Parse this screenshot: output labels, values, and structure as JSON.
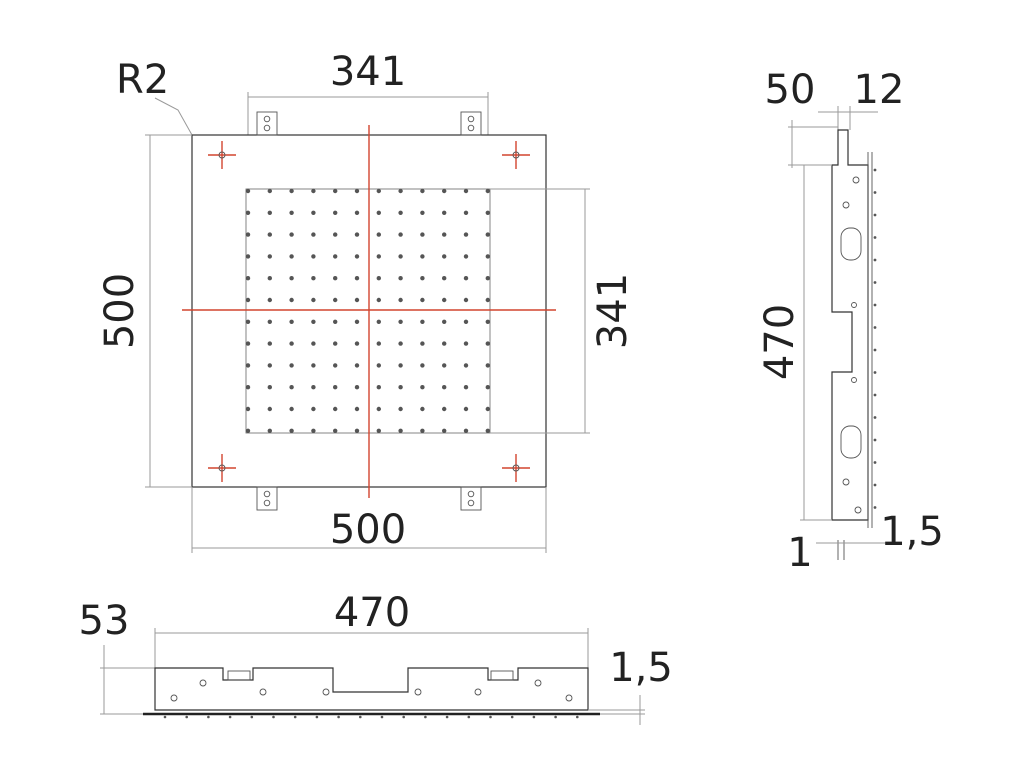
{
  "drawing": {
    "front_view": {
      "radius_label": "R2",
      "top_width": "341",
      "height": "500",
      "right_height": "341",
      "bottom_width": "500"
    },
    "side_view": {
      "dim_left_top": "50",
      "dim_right_top": "12",
      "height": "470",
      "dim_bottom_left": "1",
      "dim_bottom_right": "1,5"
    },
    "bottom_view": {
      "height": "53",
      "width": "470",
      "thickness": "1,5"
    }
  },
  "colors": {
    "centerline": "#d2452f",
    "outline": "#333333",
    "dimension": "#9a9a9a"
  }
}
